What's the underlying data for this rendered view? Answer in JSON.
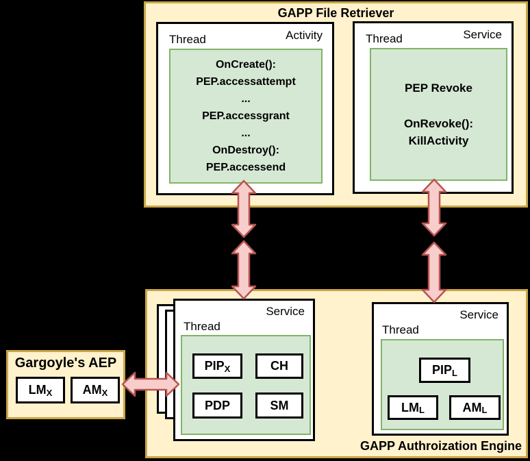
{
  "colors": {
    "background": "#000000",
    "panel_fill": "#FFF2CC",
    "panel_stroke": "#C9A648",
    "green_fill": "#D5E8D4",
    "green_stroke": "#82B366",
    "box_fill": "#FFFFFF",
    "box_stroke": "#000000",
    "arrow_fill": "#F8CECC",
    "arrow_stroke": "#B85450",
    "text": "#000000"
  },
  "file_retriever": {
    "title": "GAPP File Retriever",
    "activity_unit": {
      "thread_label": "Thread",
      "type_label": "Activity",
      "code_lines": [
        "OnCreate():",
        "PEP.accessattempt",
        "...",
        "PEP.accessgrant",
        "...",
        "OnDestroy():",
        "PEP.accessend"
      ]
    },
    "revoke_service": {
      "thread_label": "Thread",
      "type_label": "Service",
      "code_lines": [
        "PEP Revoke",
        "OnRevoke():",
        "KillActivity"
      ]
    }
  },
  "auth_engine": {
    "title": "GAPP Authroization Engine",
    "xacml_service": {
      "type_label": "Service",
      "thread_label": "Thread",
      "components": [
        {
          "base": "PIP",
          "sub": "X"
        },
        {
          "base": "CH",
          "sub": ""
        },
        {
          "base": "PDP",
          "sub": ""
        },
        {
          "base": "SM",
          "sub": ""
        }
      ]
    },
    "local_service": {
      "type_label": "Service",
      "thread_label": "Thread",
      "components": [
        {
          "base": "PIP",
          "sub": "L"
        },
        {
          "base": "LM",
          "sub": "L"
        },
        {
          "base": "AM",
          "sub": "L"
        }
      ]
    }
  },
  "gargoyle": {
    "title": "Gargoyle's AEP",
    "components": [
      {
        "base": "LM",
        "sub": "X"
      },
      {
        "base": "AM",
        "sub": "X"
      }
    ]
  }
}
